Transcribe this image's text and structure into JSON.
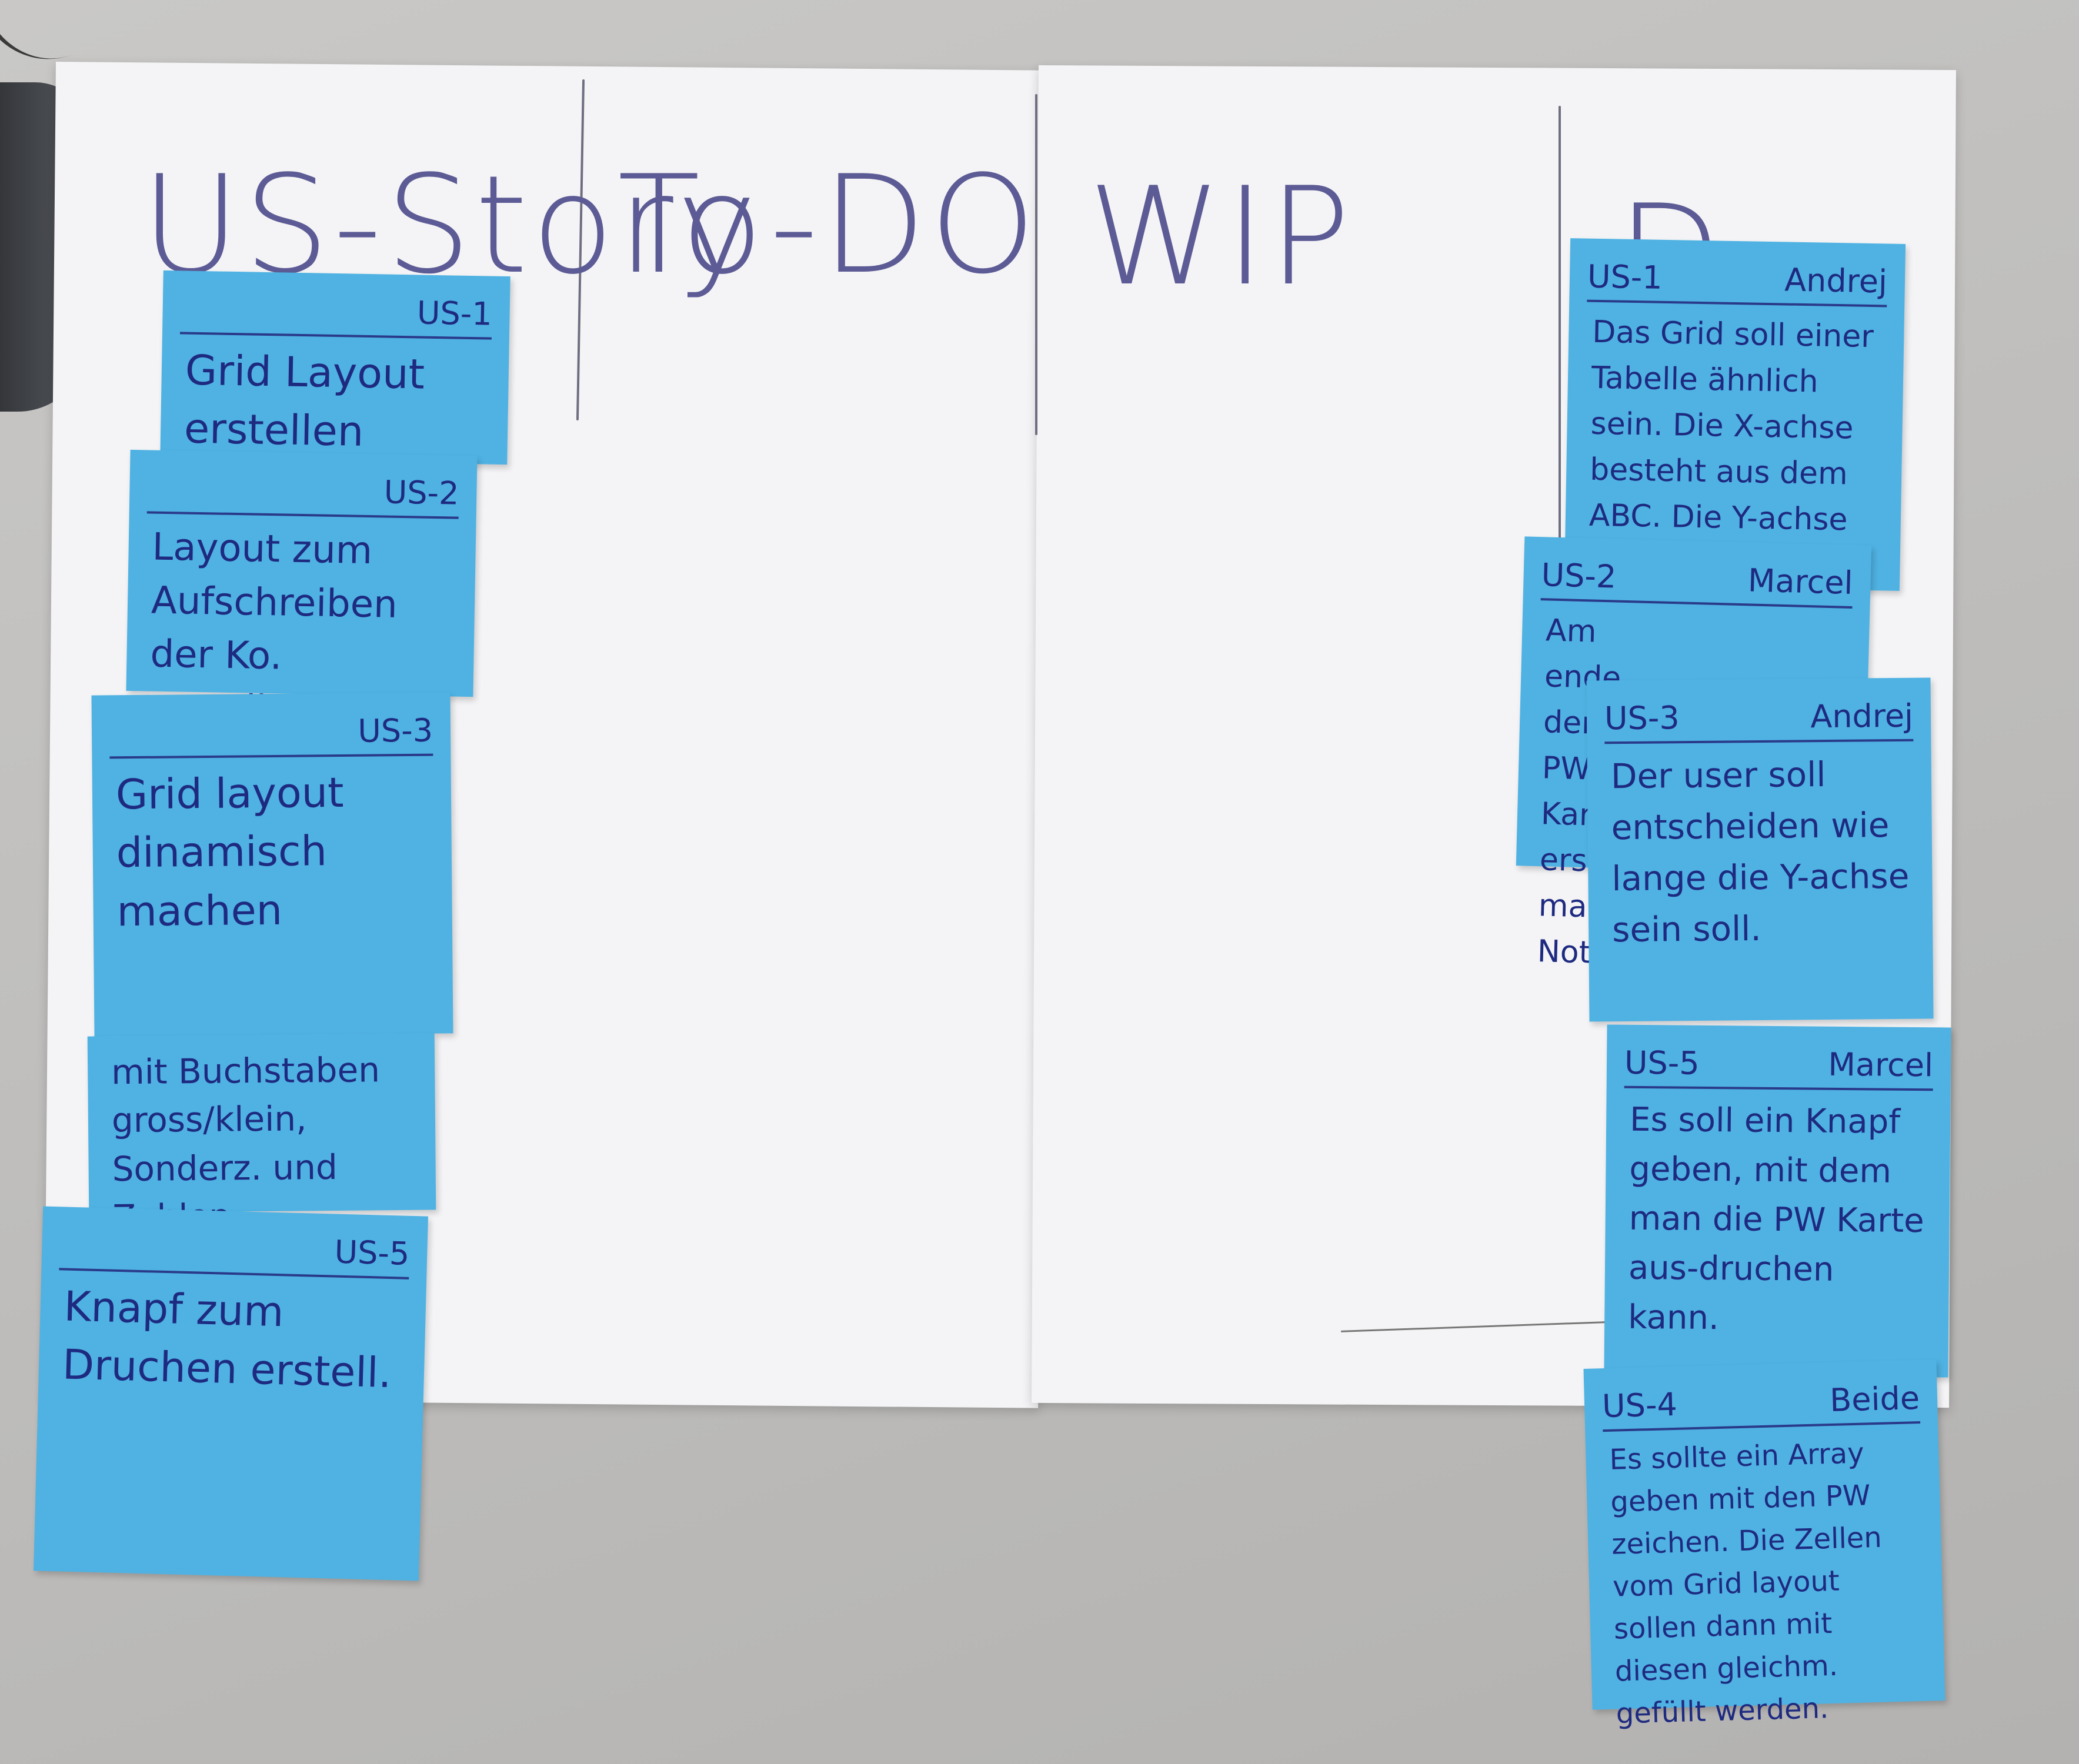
{
  "board": {
    "columns": [
      {
        "title": "US-Story"
      },
      {
        "title": "To-DO"
      },
      {
        "title": "WIP"
      },
      {
        "title": "D"
      }
    ]
  },
  "backlog_notes": [
    {
      "id": "US-1",
      "text": "Grid Layout erstellen"
    },
    {
      "id": "US-2",
      "text": "Layout zum Aufschreiben der Ko. erstellen"
    },
    {
      "id": "US-3",
      "text": "Grid layout dinamisch machen"
    },
    {
      "id": "",
      "text": "mit Buchstaben gross/klein, Sonderz. und Zahlen"
    },
    {
      "id": "US-5",
      "text": "Knapf zum Druchen erstell."
    }
  ],
  "done_notes": [
    {
      "id": "US-1",
      "owner": "Andrej",
      "text": "Das Grid soll einer Tabelle ähnlich sein. Die X-achse besteht aus dem ABC. Die Y-achse besteht aus N Zahlen."
    },
    {
      "id": "US-2",
      "owner": "Marcel",
      "text": "Am ende der PW Kar ers man Notiz"
    },
    {
      "id": "US-3",
      "owner": "Andrej",
      "text": "Der user soll entscheiden wie lange die Y-achse sein soll."
    },
    {
      "id": "US-5",
      "owner": "Marcel",
      "text": "Es soll ein Knapf geben, mit dem man die PW Karte aus-druchen kann."
    },
    {
      "id": "US-4",
      "owner": "Beide",
      "text": "Es sollte ein Array geben mit den PW zeichen. Die Zellen vom Grid layout sollen dann mit diesen gleichm. gefüllt werden."
    }
  ]
}
